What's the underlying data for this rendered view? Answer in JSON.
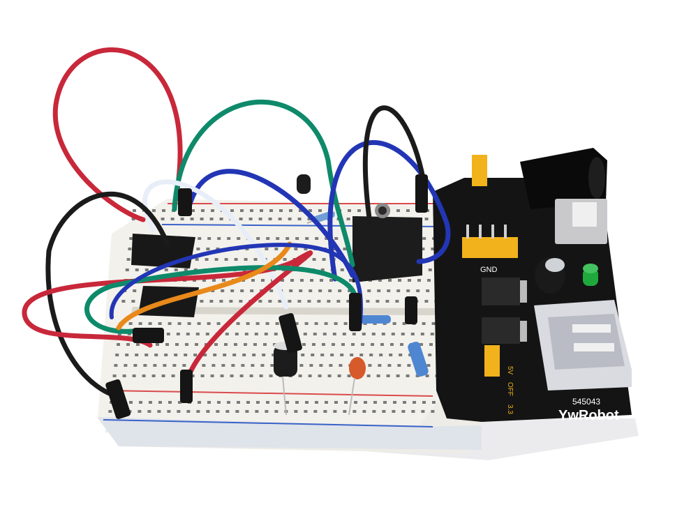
{
  "photo": {
    "subject": "breadboard circuit with power supply module",
    "module": {
      "brand": "YwRobot",
      "model_code": "545043",
      "labels": {
        "gnd": "GND",
        "off": "OFF",
        "v33": "3.3",
        "v5": "5V"
      }
    },
    "colors": {
      "background": "#ffffff",
      "breadboard": "#f1efe8",
      "pcb": "#121212",
      "wire_red": "#c8283a",
      "wire_green": "#0e8a6a",
      "wire_blue": "#2236b5",
      "wire_black": "#1b1b1b",
      "wire_white": "#e8eef8",
      "wire_orange": "#e8891a",
      "jumper_yellow": "#f2b21c",
      "led_green": "#1fa83b"
    }
  }
}
